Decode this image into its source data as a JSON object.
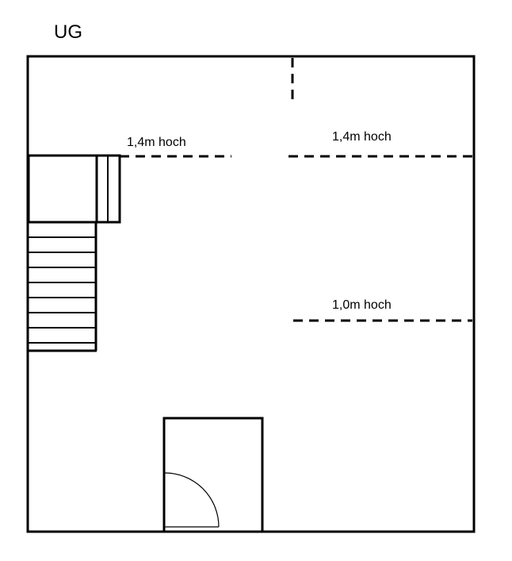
{
  "floor_label": "UG",
  "height_labels": {
    "left_upper": "1,4m hoch",
    "right_upper": "1,4m hoch",
    "right_middle": "1,0m hoch"
  },
  "colors": {
    "lines": "#000000",
    "background": "#ffffff"
  }
}
